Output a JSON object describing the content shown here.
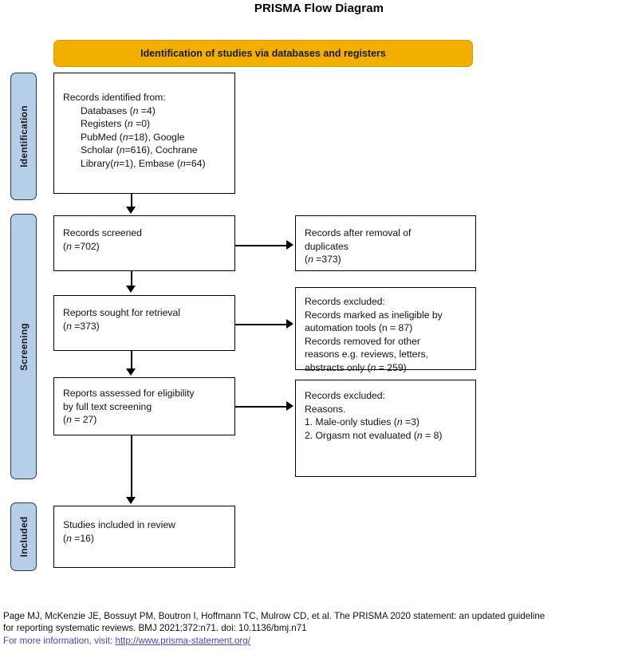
{
  "title": "PRISMA Flow Diagram",
  "colors": {
    "header_bar": "#F2AF00",
    "stage_label": "#B6CFE8",
    "link": "#4646C8",
    "border": "#000000"
  },
  "header": {
    "label": "Identification of studies via databases and registers"
  },
  "stages": [
    {
      "id": "identification",
      "label": "Identification"
    },
    {
      "id": "screening",
      "label": "Screening"
    },
    {
      "id": "included",
      "label": "Included"
    }
  ],
  "boxes": {
    "identified": {
      "lines": [
        "Records identified from:",
        "Databases (n =4)",
        "Registers (n =0)",
        "PubMed (n=18), Google",
        "Scholar (n=616), Cochrane",
        "Library(n=1), Embase (n=64)"
      ]
    },
    "screened": {
      "lines": [
        "Records screened",
        "(n =702)"
      ]
    },
    "duplicates": {
      "lines": [
        "Records after removal of",
        "duplicates",
        "(n =373)"
      ]
    },
    "sought": {
      "lines": [
        "Reports sought for retrieval",
        "(n =373)"
      ]
    },
    "excluded_automation": {
      "lines": [
        "Records excluded:",
        "Records marked as ineligible by",
        "automation tools (n = 87)",
        "Records removed for other",
        "reasons e.g. reviews, letters,",
        "abstracts only (n = 259)"
      ]
    },
    "assessed": {
      "lines": [
        "Reports assessed for eligibility",
        "by full text screening",
        "(n = 27)"
      ]
    },
    "excluded_reasons": {
      "lines": [
        "Records excluded:",
        "Reasons.",
        "1. Male-only studies (n =3)",
        "2. Orgasm not evaluated (n = 8)"
      ]
    },
    "included": {
      "lines": [
        "Studies included in review",
        "(n =16)"
      ]
    }
  },
  "counts": {
    "databases": 4,
    "registers": 0,
    "pubmed": 18,
    "google_scholar": 616,
    "cochrane_library": 1,
    "embase": 64,
    "records_screened": 702,
    "records_after_duplicates": 373,
    "reports_sought": 373,
    "excluded_automation_tools": 87,
    "excluded_other_reasons": 259,
    "reports_assessed": 27,
    "excluded_male_only": 3,
    "excluded_orgasm_not_evaluated": 8,
    "studies_included": 16
  },
  "footer": {
    "line1": "Page MJ, McKenzie JE, Bossuyt PM, Boutron I, Hoffmann TC, Mulrow CD, et al. The PRISMA 2020 statement: an updated guideline",
    "line2": "for reporting systematic reviews. BMJ 2021;372:n71. doi: 10.1136/bmj.n71",
    "line3_prefix": "For more information, visit:",
    "link_text": "http://www.prisma-statement.org/"
  }
}
